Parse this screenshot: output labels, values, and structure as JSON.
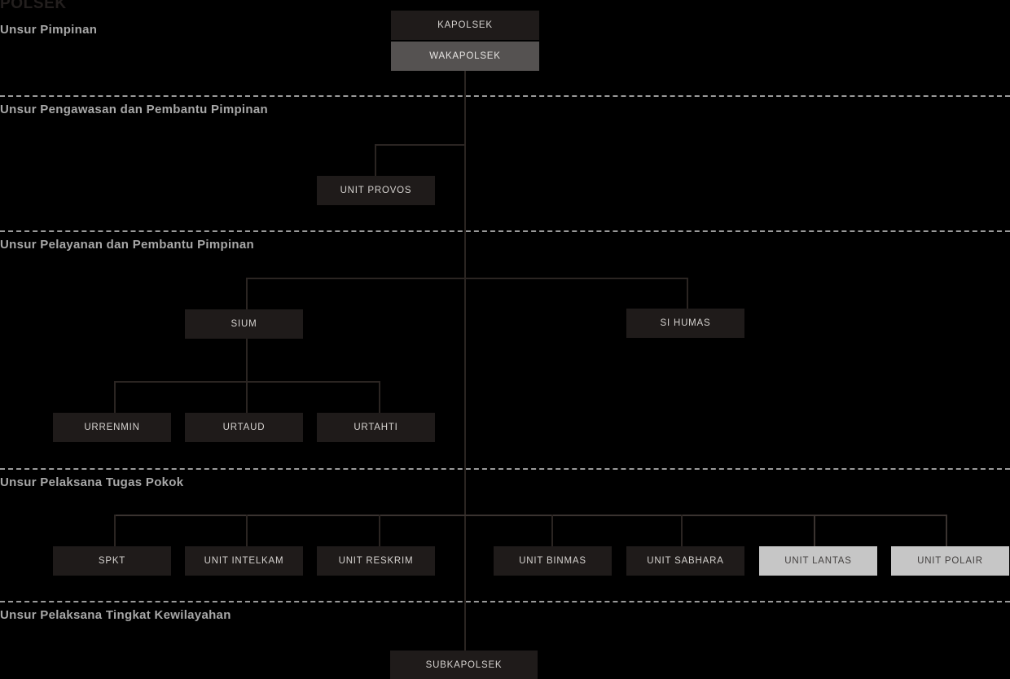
{
  "title": "POLSEK",
  "sections": [
    {
      "id": "pimpinan",
      "label": "Unsur Pimpinan"
    },
    {
      "id": "pengawasan",
      "label": "Unsur Pengawasan dan Pembantu Pimpinan"
    },
    {
      "id": "pelayanan",
      "label": "Unsur Pelayanan dan Pembantu Pimpinan"
    },
    {
      "id": "pelaksana",
      "label": "Unsur Pelaksana Tugas Pokok"
    },
    {
      "id": "kewilayahan",
      "label": "Unsur Pelaksana Tingkat Kewilayahan"
    }
  ],
  "nodes": {
    "kapolsek": "KAPOLSEK",
    "wakapolsek": "WAKAPOLSEK",
    "unit_provos": "UNIT PROVOS",
    "sium": "SIUM",
    "si_humas": "SI HUMAS",
    "urrenmin": "URRENMIN",
    "urtaud": "URTAUD",
    "urtahti": "URTAHTI",
    "spkt": "SPKT",
    "unit_intelkam": "UNIT INTELKAM",
    "unit_reskrim": "UNIT RESKRIM",
    "unit_binmas": "UNIT BINMAS",
    "unit_sabhara": "UNIT SABHARA",
    "unit_lantas": "UNIT LANTAS",
    "unit_polair": "UNIT POLAIR",
    "subkapolsek": "SUBKAPOLSEK"
  },
  "colors": {
    "background": "#000000",
    "node_fill": "#1f1b1a",
    "node_alt_fill": "#555251",
    "node_highlight_fill": "#c6c6c6",
    "node_text": "#d6d3d0",
    "node_highlight_text": "#444140",
    "section_label": "#a8a8a8",
    "separator": "#9a9a9a",
    "connector": "#2b2522",
    "title": "#231f1e"
  }
}
